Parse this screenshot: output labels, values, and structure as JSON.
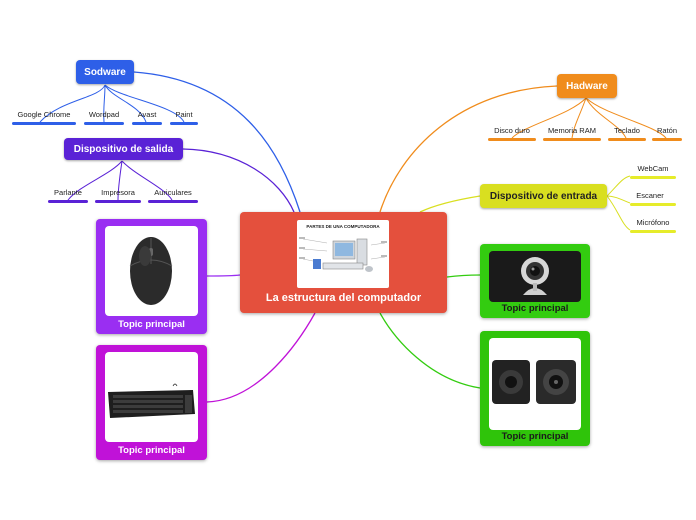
{
  "central": {
    "title": "La estructura del computador",
    "image_title": "PARTES DE UNA COMPUTADORA"
  },
  "colors": {
    "central": "#e4503d",
    "sodware": "#2e5fe8",
    "salida": "#5a22d6",
    "hadware": "#f08c1c",
    "entrada": "#d9df20",
    "green": "#33cc10",
    "purple": "#9a2ef2",
    "magenta": "#c012d8"
  },
  "sodware": {
    "label": "Sodware",
    "items": [
      "Google Chrome",
      "Wordpad",
      "Avast",
      "Paint"
    ]
  },
  "salida": {
    "label": "Dispositivo de salida",
    "items": [
      "Parlante",
      "Impresora",
      "Auriculares"
    ]
  },
  "hadware": {
    "label": "Hadware",
    "items": [
      "Disco duro",
      "Memoria RAM",
      "Teclado",
      "Ratón"
    ]
  },
  "entrada": {
    "label": "Dispositivo de entrada",
    "items": [
      "WebCam",
      "Escaner",
      "Micrófono"
    ]
  },
  "topics": [
    {
      "label": "Topic principal",
      "icon": "mouse-icon"
    },
    {
      "label": "Topic principal",
      "icon": "keyboard-icon"
    },
    {
      "label": "Topic principal",
      "icon": "webcam-icon"
    },
    {
      "label": "Topic principal",
      "icon": "speakers-icon"
    }
  ]
}
